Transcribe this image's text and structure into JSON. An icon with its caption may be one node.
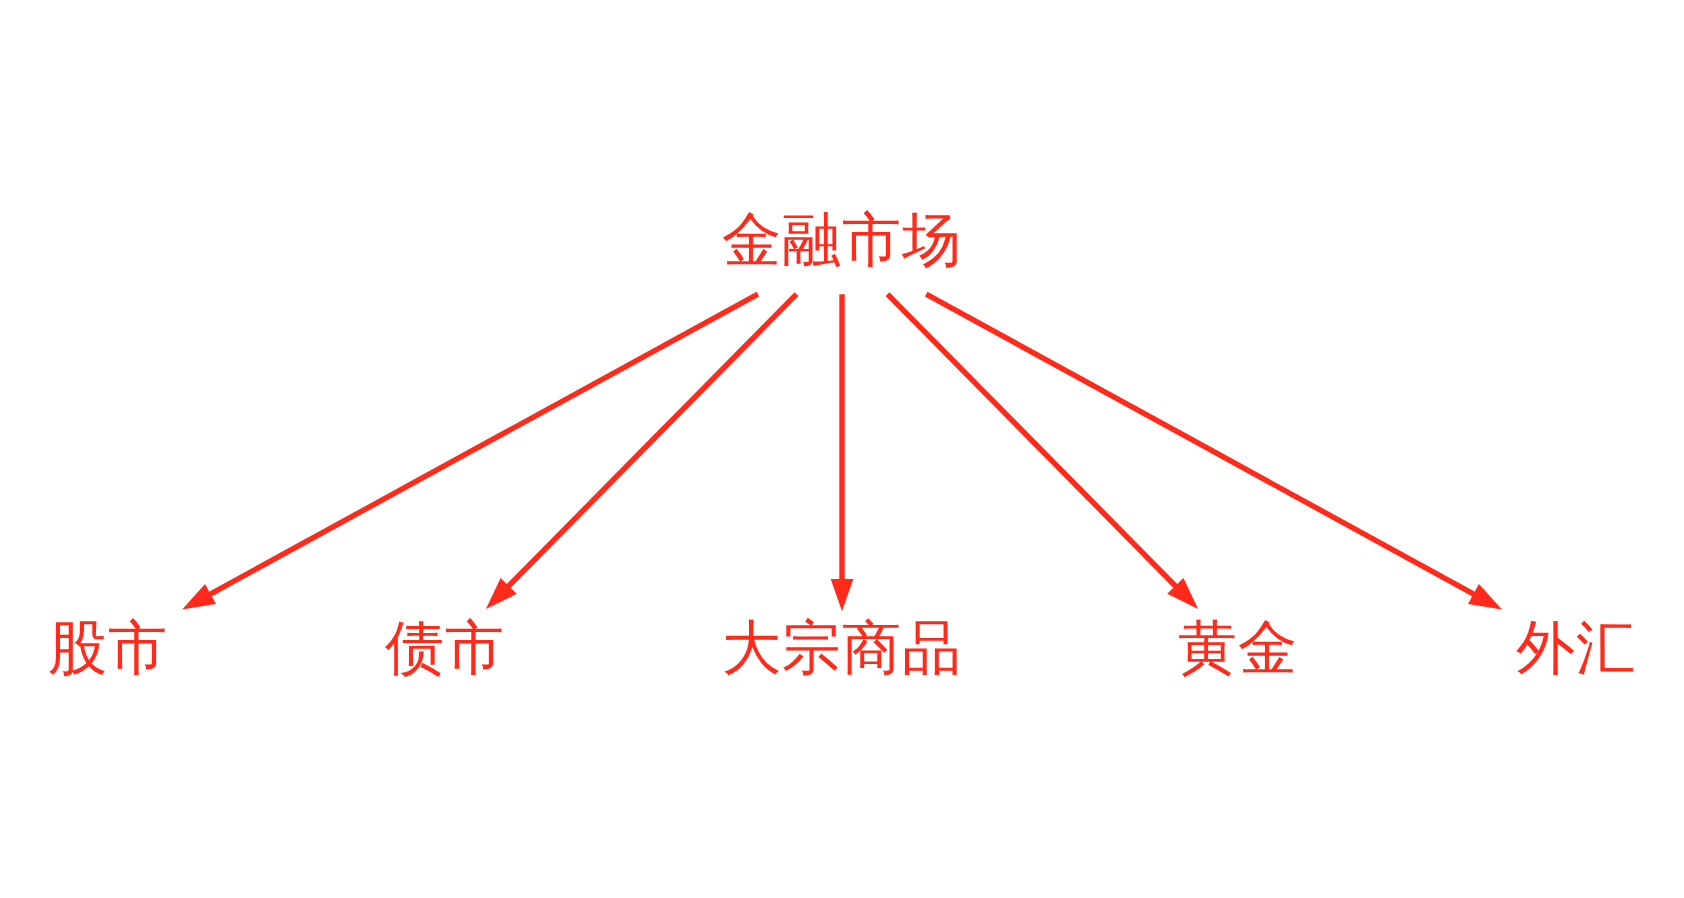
{
  "diagram": {
    "nodes": [
      {
        "text": [
          "金融市场"
        ]
      },
      {
        "text": [
          "股市"
        ]
      },
      {
        "text": [
          "债市"
        ]
      },
      {
        "text": [
          "大宗商品"
        ]
      },
      {
        "text": [
          "黄金"
        ]
      },
      {
        "text": [
          "外汇"
        ]
      }
    ],
    "edges": [
      {
        "from": 0,
        "to": 1,
        "arrow": "to"
      },
      {
        "from": 0,
        "to": 2,
        "arrow": "to"
      },
      {
        "from": 0,
        "to": 3,
        "arrow": "to"
      },
      {
        "from": 0,
        "to": 4,
        "arrow": "to"
      },
      {
        "from": 0,
        "to": 5,
        "arrow": "to"
      }
    ]
  }
}
